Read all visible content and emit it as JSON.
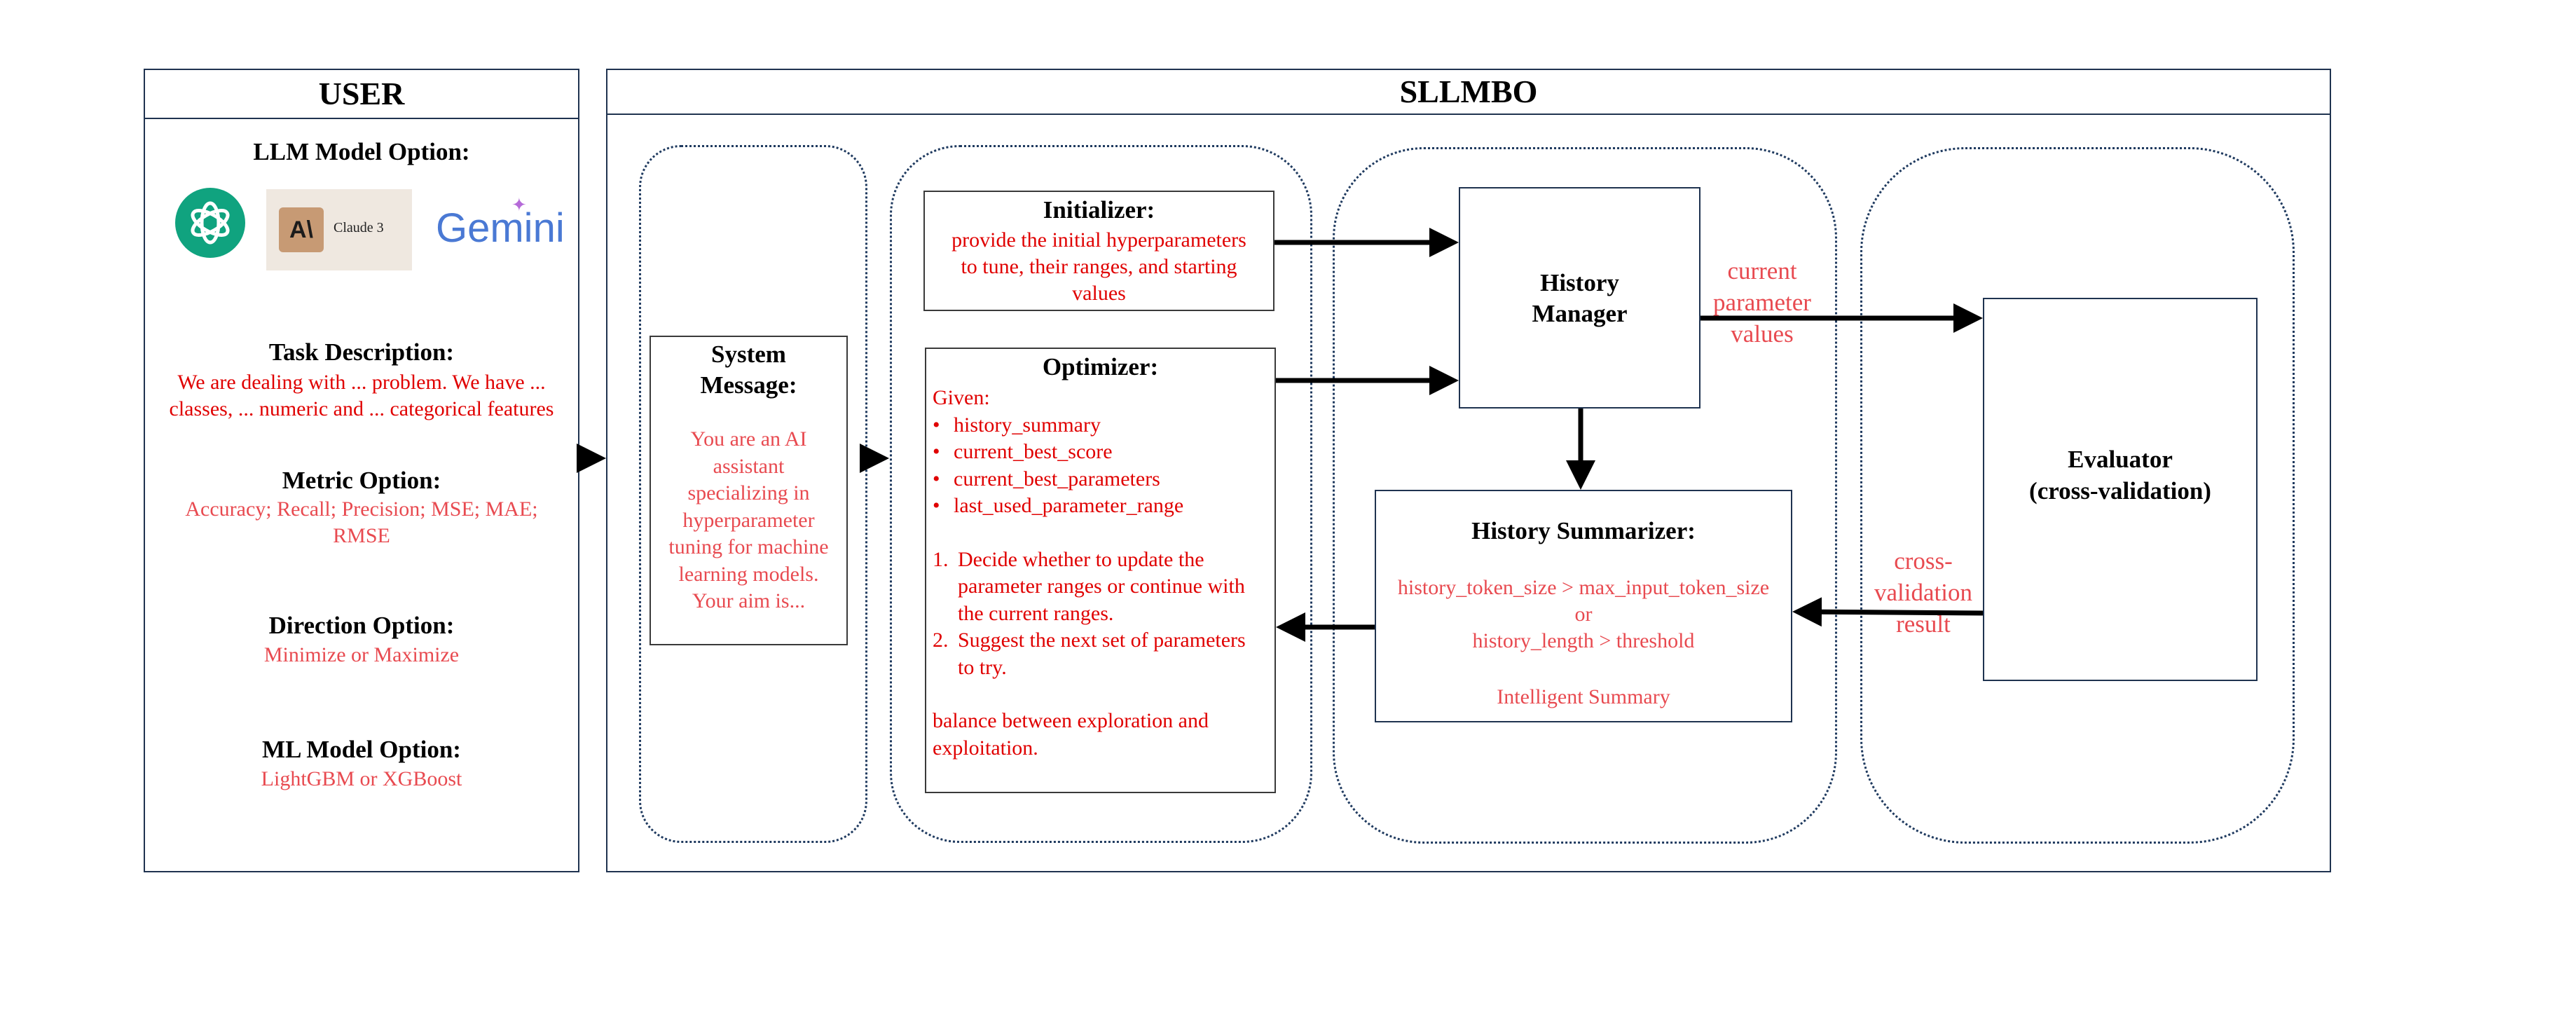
{
  "user": {
    "title": "USER",
    "llm_header": "LLM Model Option:",
    "llm_logos": {
      "openai": "openai-logo",
      "claude_text": "Claude 3",
      "claude_mark": "A\\",
      "gemini": "Gemini"
    },
    "task_header": "Task Description:",
    "task_text_1": "We are dealing with ... problem. We have ...",
    "task_text_2": "classes, ... numeric and ... categorical features",
    "metric_header": "Metric Option:",
    "metric_text_1": "Accuracy; Recall; Precision; MSE; MAE;",
    "metric_text_2": "RMSE",
    "direction_header": "Direction Option:",
    "direction_text": "Minimize or Maximize",
    "ml_header": "ML Model Option:",
    "ml_text": "LightGBM or XGBoost"
  },
  "sllmbo": {
    "title": "SLLMBO",
    "system_message": {
      "title_1": "System",
      "title_2": "Message:",
      "body": [
        "You are an AI",
        "assistant",
        "specializing in",
        "hyperparameter",
        "tuning for machine",
        "learning models.",
        "Your aim is..."
      ]
    },
    "initializer": {
      "title": "Initializer:",
      "body": [
        "provide the initial hyperparameters",
        "to tune, their ranges, and starting",
        "values"
      ]
    },
    "optimizer": {
      "title": "Optimizer:",
      "given": "Given:",
      "bullets": [
        "history_summary",
        "current_best_score",
        "current_best_parameters",
        "last_used_parameter_range"
      ],
      "steps": [
        {
          "n": "1.",
          "lines": [
            "Decide whether to update the",
            "parameter ranges or continue with",
            "the current ranges."
          ]
        },
        {
          "n": "2.",
          "lines": [
            "Suggest the next set of parameters",
            "to try."
          ]
        }
      ],
      "footer": [
        "balance between exploration and",
        "exploitation."
      ]
    },
    "history_manager": {
      "title_1": "History",
      "title_2": "Manager"
    },
    "history_summarizer": {
      "title": "History Summarizer:",
      "lines": [
        "history_token_size > max_input_token_size",
        "or",
        "history_length > threshold"
      ],
      "footer": "Intelligent Summary"
    },
    "current_param_label": [
      "current",
      "parameter",
      "values"
    ],
    "cv_result_label": [
      "cross-",
      "validation",
      "result"
    ],
    "evaluator": {
      "title_1": "Evaluator",
      "title_2": "(cross-validation)"
    }
  }
}
